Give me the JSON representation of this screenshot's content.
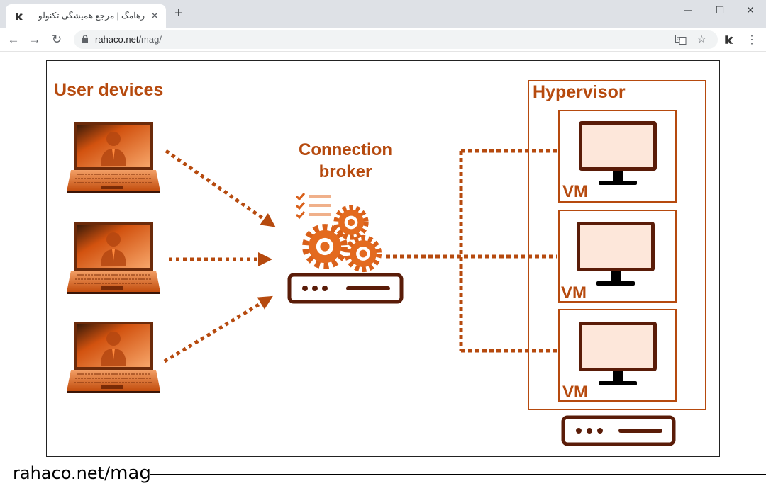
{
  "browser": {
    "tab": {
      "title": "رهامگ | مرجع همیشگی تکنولوژی |",
      "close_glyph": "✕"
    },
    "new_tab_glyph": "+",
    "window_controls": {
      "minimize": "─",
      "maximize": "☐",
      "close": "✕"
    },
    "nav": {
      "back": "←",
      "forward": "→",
      "reload": "↻"
    },
    "address": {
      "host": "rahaco.net",
      "path": "/mag/"
    },
    "star_glyph": "☆",
    "menu_glyph": "⋮"
  },
  "diagram": {
    "user_devices_label": "User devices",
    "broker_label_line1": "Connection",
    "broker_label_line2": "broker",
    "hypervisor_label": "Hypervisor",
    "vm_labels": [
      "VM",
      "VM",
      "VM"
    ]
  },
  "footer": {
    "host": "rahaco.net/",
    "path": "mag"
  },
  "colors": {
    "accent": "#b64a0e",
    "dark": "#5a1c08",
    "chrome_bg": "#dee1e6"
  }
}
